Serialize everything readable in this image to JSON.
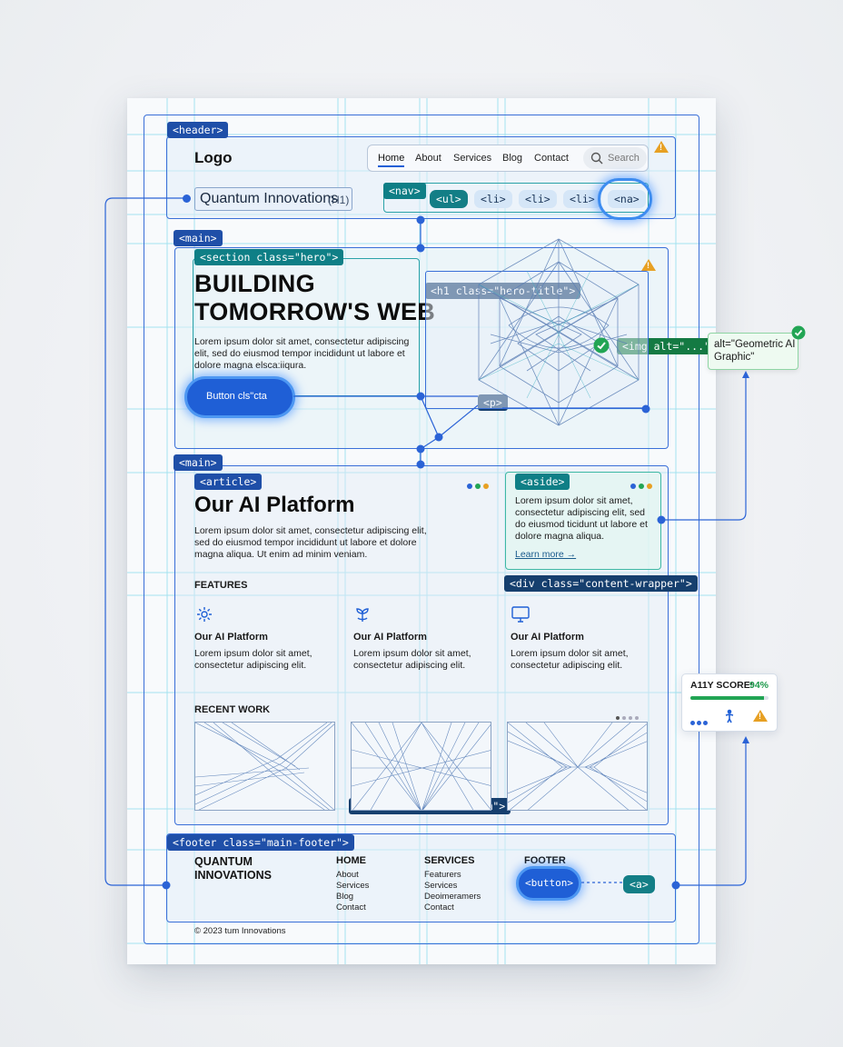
{
  "tags": {
    "header": "<header>",
    "nav": "<nav>",
    "ul": "<ul>",
    "li1": "<li>",
    "li2": "<li>",
    "li3": "<li>",
    "na": "<na>",
    "main1": "<main>",
    "section_hero": "<section class=\"hero\">",
    "h1_hero_title": "<h1 class=\"hero-title\">",
    "img_alt": "<img alt=\"...\">",
    "p": "<p>",
    "main2": "<main>",
    "article": "<article>",
    "aside": "<aside>",
    "content_wrapper": "<div class=\"content-wrapper\">",
    "content_nm": "<div class=\"content-nm\">",
    "footer": "<footer class=\"main-footer\">",
    "button": "<button>",
    "a": "<a>"
  },
  "header": {
    "logo": "Logo",
    "brand": "Quantum Innovations",
    "brand_suffix": "(H1)",
    "nav_items": [
      "Home",
      "About",
      "Services",
      "Blog",
      "Contact"
    ],
    "search_placeholder": "Search"
  },
  "hero": {
    "title_line1": "BUILDING",
    "title_line2": "TOMORROW'S WEB",
    "text": "Lorem ipsum dolor sit amet, consectetur adipiscing elit, sed do eiusmod tempor incididunt ut labore et dolore magna elsca:iiqura.",
    "cta": "Button cls\"cta",
    "alt_callout": "alt=\"Geometric AI Graphic\""
  },
  "article": {
    "title": "Our AI Platform",
    "text": "Lorem ipsum dolor sit amet, consectetur adipiscing elit, sed do eiusmod tempor incididunt ut labore et dolore magna aliqua. Ut enim ad minim veniam."
  },
  "aside": {
    "text": "Lorem ipsum dolor sit amet, consectetur adipiscing elit, sed do eiusmod ticidunt ut labore et dolore magna aliqua.",
    "link": "Learn more →"
  },
  "features": {
    "heading": "FEATURES",
    "items": [
      {
        "icon": "gear-icon",
        "title": "Our AI Platform",
        "text": "Lorem ipsum dolor sit amet, consectetur adipiscing elit."
      },
      {
        "icon": "sprout-icon",
        "title": "Our AI Platform",
        "text": "Lorem ipsum dolor sit amet, consectetur adipiscing elit."
      },
      {
        "icon": "monitor-icon",
        "title": "Our AI Platform",
        "text": "Lorem ipsum dolor sit amet, consectetur adipiscing elit."
      }
    ]
  },
  "recent": {
    "heading": "RECENT WORK"
  },
  "a11y": {
    "label": "A11Y SCORE:",
    "score": "94%",
    "score_value": 0.94
  },
  "footer": {
    "brand_line1": "QUANTUM",
    "brand_line2": "INNOVATIONS",
    "col1_title": "HOME",
    "col1_items": [
      "About",
      "Services",
      "Blog",
      "Contact"
    ],
    "col2_title": "SERVICES",
    "col2_items": [
      "Featurers",
      "Services",
      "Deoimeramers",
      "Contact"
    ],
    "col3_title": "FOOTER",
    "copyright": "© 2023 tum Innovations"
  },
  "colors": {
    "accent": "#1f5fd6",
    "teal": "#0f7f86",
    "green": "#22a554",
    "warning": "#e7a023"
  }
}
